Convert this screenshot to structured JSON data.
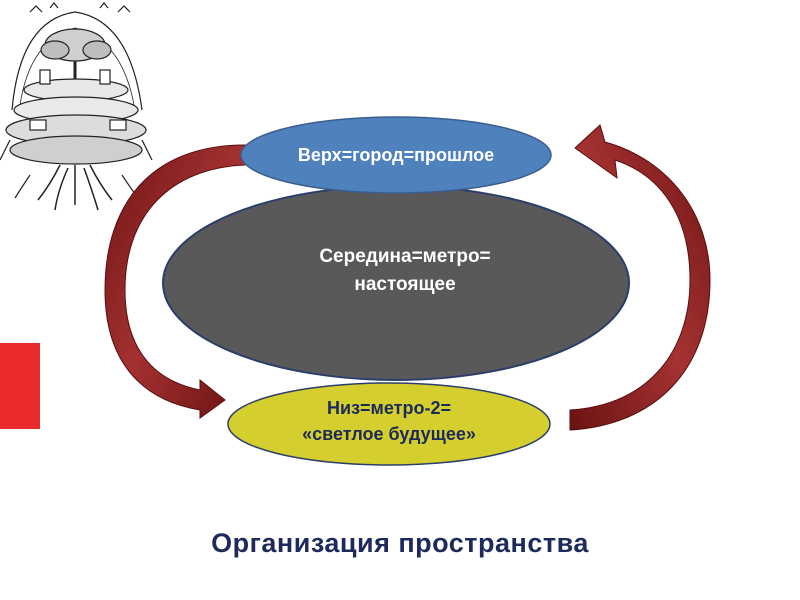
{
  "diagram": {
    "top_label": "Верх=город=прошлое",
    "middle_label_line1": "Середина=метро=",
    "middle_label_line2": "настоящее",
    "bottom_label_line1": "Низ=метро-2=",
    "bottom_label_line2": "«светлое будущее»",
    "colors": {
      "top_fill": "#4f81bd",
      "middle_fill": "#595959",
      "bottom_fill": "#d4cf2e",
      "arrow_fill": "#8b1f1f",
      "accent_bar": "#ea2b2b"
    }
  },
  "title": "Организация пространства",
  "illustration": {
    "description_icon": "world-tree-illustration"
  }
}
